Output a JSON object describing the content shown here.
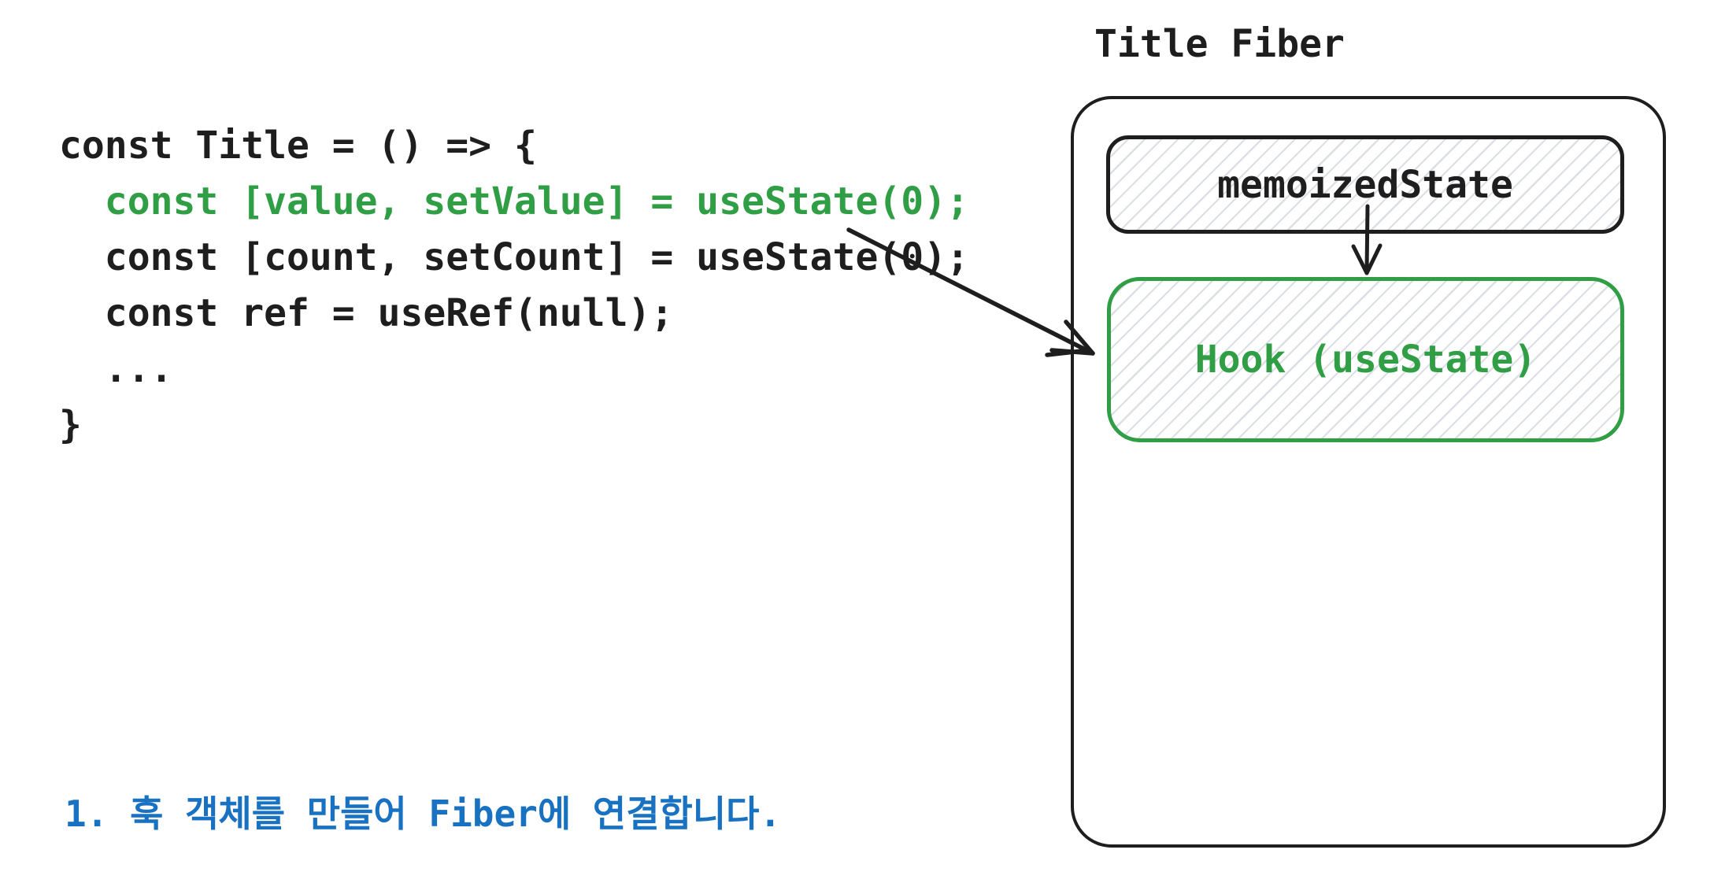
{
  "code": {
    "lines": [
      {
        "text": "const Title = () => {"
      },
      {
        "text": "  const [value, setValue] = useState(0);"
      },
      {
        "text": "  const [count, setCount] = useState(0);"
      },
      {
        "text": "  const ref = useRef(null);"
      },
      {
        "text": ""
      },
      {
        "text": "  ..."
      },
      {
        "text": "}"
      }
    ]
  },
  "diagram": {
    "title": "Title Fiber",
    "memoized_box_label": "memoizedState",
    "hook_box_label": "Hook (useState)"
  },
  "note": {
    "text": "1. 훅 객체를 만들어 Fiber에 연결합니다."
  },
  "colors": {
    "ink": "#1e1e1e",
    "green": "#2f9e44",
    "blue": "#1971c2",
    "hatch": "#dfe2e8"
  }
}
